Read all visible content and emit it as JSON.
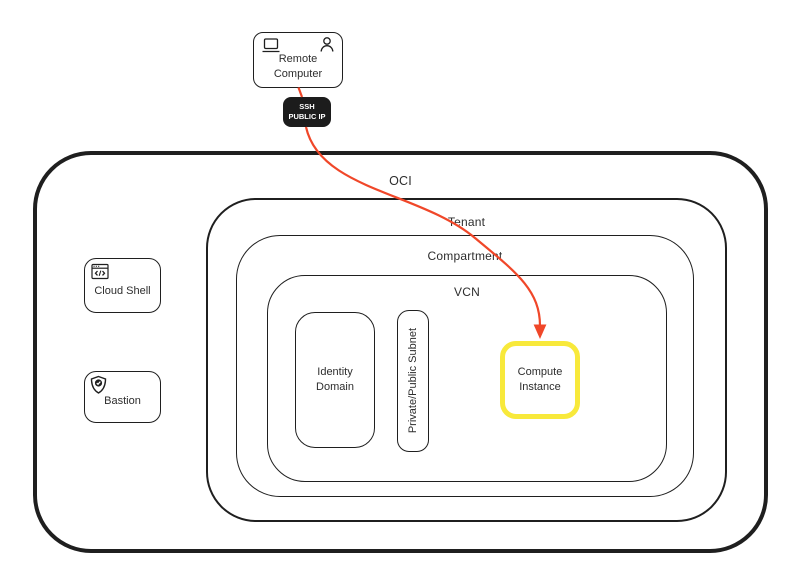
{
  "containers": {
    "oci": "OCI",
    "tenant": "Tenant",
    "compartment": "Compartment",
    "vcn": "VCN"
  },
  "nodes": {
    "remote_computer": "Remote Computer",
    "ssh_line1": "SSH",
    "ssh_line2": "PUBLIC IP",
    "cloud_shell": "Cloud Shell",
    "bastion": "Bastion",
    "identity_domain": "Identity Domain",
    "subnet": "Private/Public Subnet",
    "compute_instance": "Compute Instance"
  },
  "colors": {
    "connector": "#f04729",
    "highlight": "#f8e93b",
    "badge_bg": "#1c1c1c",
    "badge_text": "#ffffff",
    "border": "#1f1f1f"
  }
}
